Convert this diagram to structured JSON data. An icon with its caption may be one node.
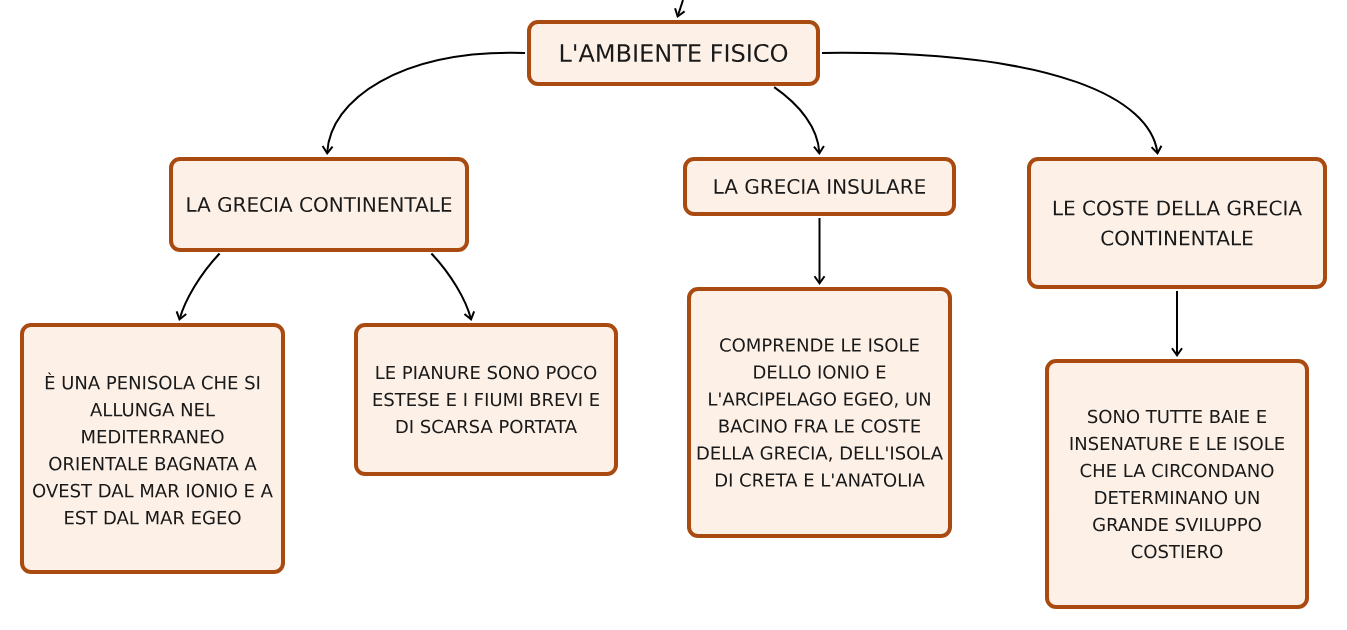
{
  "diagram": {
    "nodes": [
      {
        "text": [
          "L'AMBIENTE FISICO"
        ]
      },
      {
        "text": [
          "LA GRECIA CONTINENTALE"
        ]
      },
      {
        "text": [
          "LA GRECIA INSULARE"
        ]
      },
      {
        "text": [
          "LE COSTE DELLA GRECIA CONTINENTALE"
        ]
      },
      {
        "text": [
          "È UNA PENISOLA CHE SI ALLUNGA NEL MEDITERRANEO ORIENTALE BAGNATA A OVEST DAL MAR IONIO E A EST DAL MAR EGEO"
        ]
      },
      {
        "text": [
          "LE PIANURE SONO POCO ESTESE E I FIUMI BREVI E DI SCARSA PORTATA"
        ]
      },
      {
        "text": [
          "COMPRENDE LE ISOLE DELLO IONIO E L'ARCIPELAGO EGEO, UN BACINO FRA LE COSTE DELLA GRECIA, DELL'ISOLA DI CRETA E L'ANATOLIA"
        ]
      },
      {
        "text": [
          "SONO TUTTE BAIE E INSENATURE E LE ISOLE CHE LA CIRCONDANO DETERMINANO UN GRANDE SVILUPPO COSTIERO"
        ]
      }
    ],
    "edges": [
      {
        "from": null,
        "to": 0,
        "arrow": "to"
      },
      {
        "from": 0,
        "to": 1,
        "arrow": "to"
      },
      {
        "from": 0,
        "to": 2,
        "arrow": "to"
      },
      {
        "from": 0,
        "to": 3,
        "arrow": "to"
      },
      {
        "from": 1,
        "to": 4,
        "arrow": "to"
      },
      {
        "from": 1,
        "to": 5,
        "arrow": "to"
      },
      {
        "from": 2,
        "to": 6,
        "arrow": "to"
      },
      {
        "from": 3,
        "to": 7,
        "arrow": "to"
      }
    ]
  }
}
